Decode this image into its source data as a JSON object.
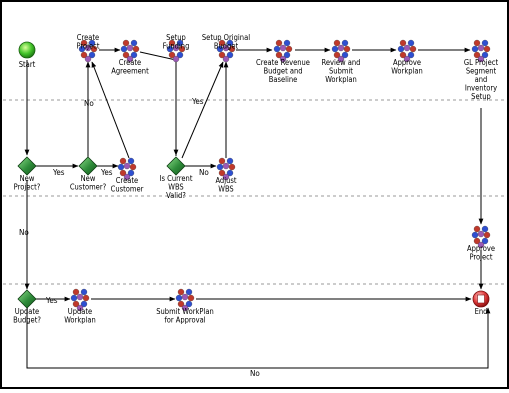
{
  "colors": {
    "border": "#000000",
    "lane_divider": "#9a9a9a",
    "arrow": "#000000",
    "decision_fill": "#2e8b3a",
    "start_fill": "#3fbf2a",
    "end_fill": "#e03030"
  },
  "nodes": [
    {
      "id": "start",
      "type": "start",
      "icon": "start-icon",
      "label": "Start"
    },
    {
      "id": "create_project",
      "type": "activity",
      "icon": "activity-icon",
      "label": "Create\nProject"
    },
    {
      "id": "create_agreement",
      "type": "activity",
      "icon": "activity-icon",
      "label": "Create\nAgreement"
    },
    {
      "id": "setup_funding",
      "type": "activity",
      "icon": "activity-icon",
      "label": "Setup\nFunding"
    },
    {
      "id": "setup_original_budget",
      "type": "activity",
      "icon": "activity-icon",
      "label": "Setup Original\nBudget"
    },
    {
      "id": "create_revenue_budget",
      "type": "activity",
      "icon": "activity-icon",
      "label": "Create Revenue\nBudget and\nBaseline"
    },
    {
      "id": "review_submit_workplan",
      "type": "activity",
      "icon": "activity-icon",
      "label": "Review and\nSubmit\nWorkplan"
    },
    {
      "id": "approve_workplan",
      "type": "activity",
      "icon": "activity-icon",
      "label": "Approve\nWorkplan"
    },
    {
      "id": "gl_project_segment",
      "type": "activity",
      "icon": "activity-icon",
      "label": "GL Project\nSegment\nand\nInventory\nSetup"
    },
    {
      "id": "new_project",
      "type": "decision",
      "icon": "decision-icon",
      "label": "New\nProject?"
    },
    {
      "id": "new_customer",
      "type": "decision",
      "icon": "decision-icon",
      "label": "New\nCustomer?"
    },
    {
      "id": "create_customer",
      "type": "activity",
      "icon": "activity-icon",
      "label": "Create\nCustomer"
    },
    {
      "id": "is_current_wbs_valid",
      "type": "decision",
      "icon": "decision-icon",
      "label": "Is Current\nWBS\nValid?"
    },
    {
      "id": "adjust_wbs",
      "type": "activity",
      "icon": "activity-icon",
      "label": "Adjust\nWBS"
    },
    {
      "id": "approve_project",
      "type": "activity",
      "icon": "activity-icon",
      "label": "Approve\nProject"
    },
    {
      "id": "update_budget",
      "type": "decision",
      "icon": "decision-icon",
      "label": "Update\nBudget?"
    },
    {
      "id": "update_workplan",
      "type": "activity",
      "icon": "activity-icon",
      "label": "Update\nWorkplan"
    },
    {
      "id": "submit_workplan_approval",
      "type": "activity",
      "icon": "activity-icon",
      "label": "Submit WorkPlan\nfor Approval"
    },
    {
      "id": "end",
      "type": "end",
      "icon": "end-icon",
      "label": "End"
    }
  ],
  "edge_labels": {
    "new_project_yes": "Yes",
    "new_customer_yes": "Yes",
    "new_customer_no": "No",
    "wbs_valid_yes": "Yes",
    "wbs_valid_no": "No",
    "new_project_no": "No",
    "update_budget_yes": "Yes",
    "update_budget_no": "No"
  }
}
